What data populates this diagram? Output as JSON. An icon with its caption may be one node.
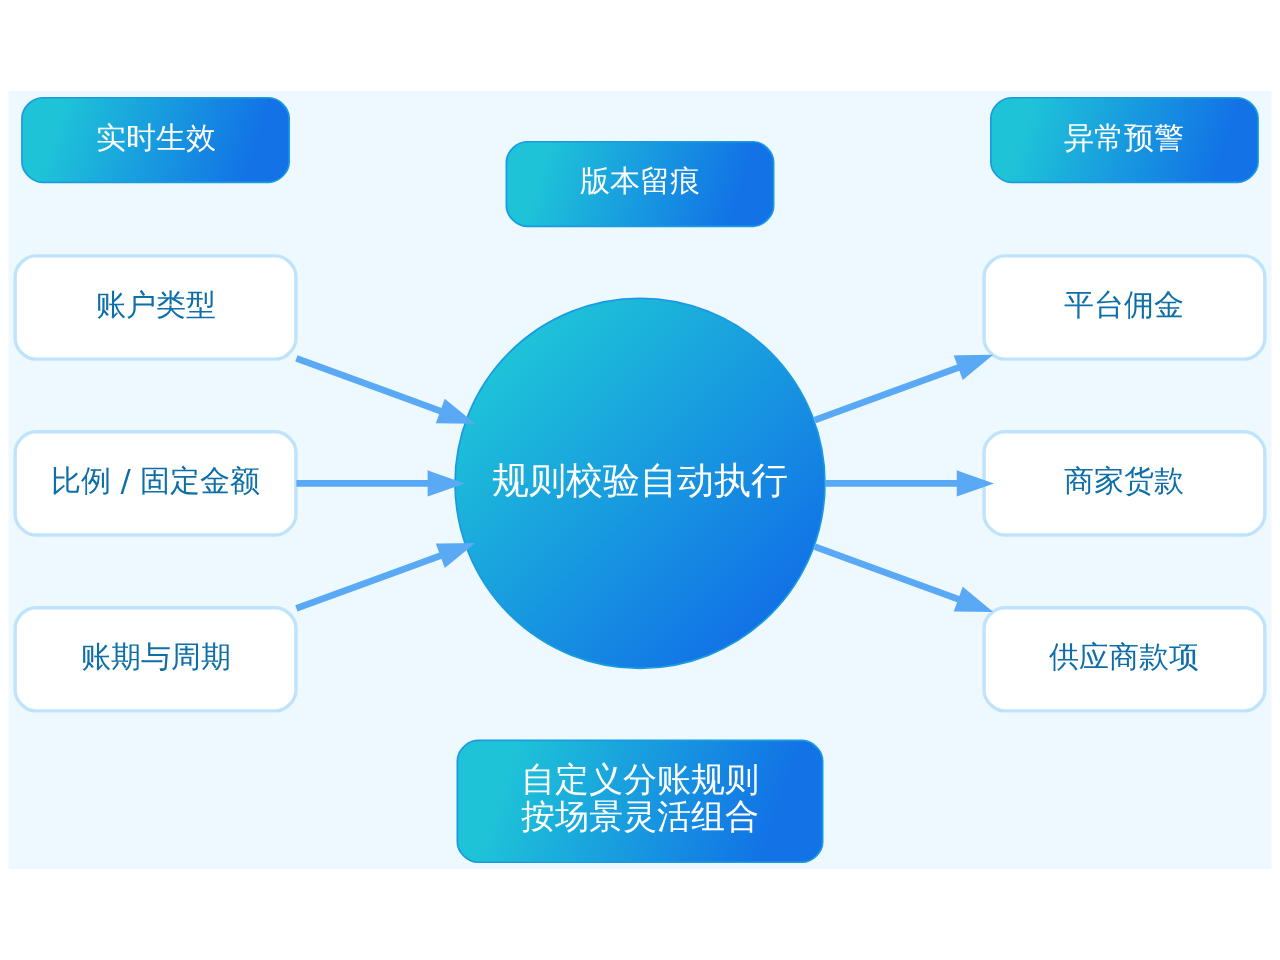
{
  "diagram": {
    "nodes": [
      {
        "text": [
          "自定义分账规则",
          "按场景灵活组合"
        ]
      },
      {
        "text": [
          "账户类型"
        ]
      },
      {
        "text": [
          "比例 / 固定金额"
        ]
      },
      {
        "text": [
          "账期与周期"
        ]
      },
      {
        "text": [
          "规则校验自动执行"
        ]
      },
      {
        "text": [
          "平台佣金"
        ]
      },
      {
        "text": [
          "商家货款"
        ]
      },
      {
        "text": [
          "供应商款项"
        ]
      },
      {
        "text": [
          "实时生效"
        ]
      },
      {
        "text": [
          "版本留痕"
        ]
      },
      {
        "text": [
          "异常预警"
        ]
      }
    ],
    "edges": [
      {
        "from": 1,
        "to": 4,
        "arrow": "to"
      },
      {
        "from": 2,
        "to": 4,
        "arrow": "to"
      },
      {
        "from": 3,
        "to": 4,
        "arrow": "to"
      },
      {
        "from": 4,
        "to": 5,
        "arrow": "to"
      },
      {
        "from": 4,
        "to": 6,
        "arrow": "to"
      },
      {
        "from": 4,
        "to": 7,
        "arrow": "to"
      }
    ]
  }
}
